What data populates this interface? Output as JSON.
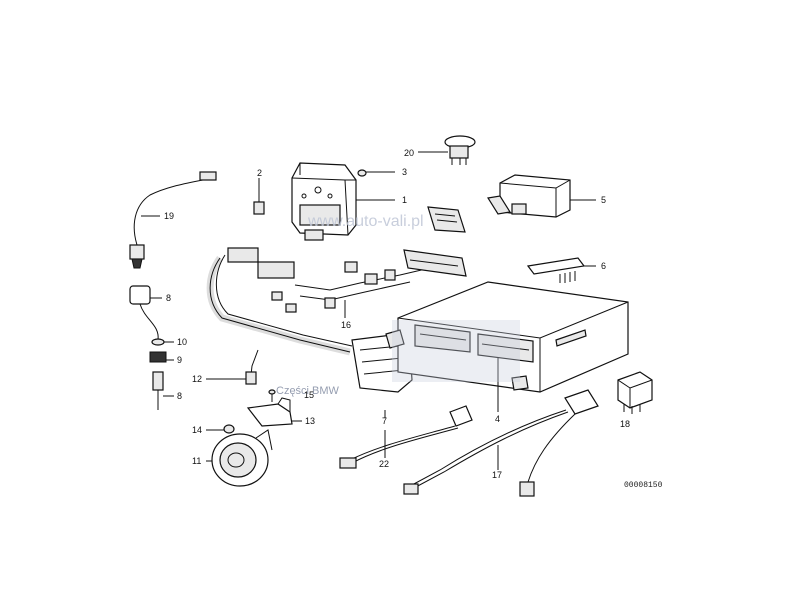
{
  "callouts": {
    "c1": "1",
    "c2": "2",
    "c3": "3",
    "c4": "4",
    "c5": "5",
    "c6": "6",
    "c7": "7",
    "c8a": "8",
    "c8b": "8",
    "c9": "9",
    "c10": "10",
    "c11": "11",
    "c12": "12",
    "c13": "13",
    "c14": "14",
    "c15": "15",
    "c16": "16",
    "c17": "17",
    "c18": "18",
    "c19": "19",
    "c20": "20",
    "c22": "22"
  },
  "watermark": {
    "site": "www.auto-vali.pl",
    "caption": "Części BMW"
  },
  "reference_number": "00008150"
}
